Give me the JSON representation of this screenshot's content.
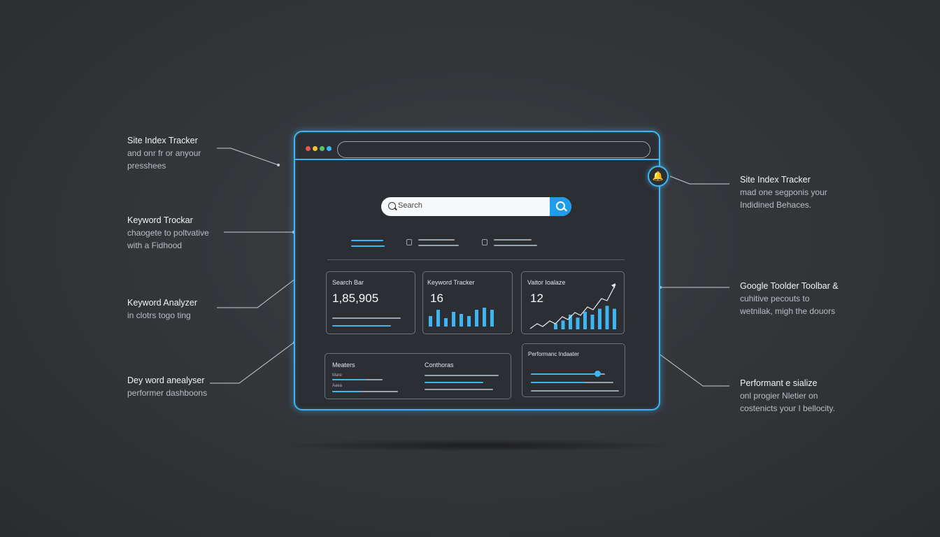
{
  "callouts_left": [
    {
      "title": "Site Index Tracker",
      "lines": [
        "and onr fr or anyour",
        "presshees"
      ]
    },
    {
      "title": "Keyword Trockar",
      "lines": [
        "chaogete to poltvative",
        "with a Fidhood"
      ]
    },
    {
      "title": "Keyword Analyzer",
      "lines": [
        "in clotrs togo ting"
      ]
    },
    {
      "title": "Dey word anealyser",
      "lines": [
        "performer dashboons"
      ]
    }
  ],
  "callouts_right": [
    {
      "title": "Site Index Tracker",
      "lines": [
        "mad one segponis your",
        "Indidined Behaces."
      ]
    },
    {
      "title": "Google Toolder Toolbar &",
      "lines": [
        "cuhitive pecouts to",
        "wetnilak, migh the douors"
      ]
    },
    {
      "title": "Performant e sialize",
      "lines": [
        "onl progier Nletier on",
        "costenicts your I bellocity."
      ]
    }
  ],
  "search": {
    "placeholder": "Search"
  },
  "cards": {
    "search_bar": {
      "label": "Search Bar",
      "value": "1,85,905"
    },
    "keyword_tracker": {
      "label": "Keyword Tracker",
      "value": "16"
    },
    "visitor_analyze": {
      "label": "Vaitor Ioalaze",
      "value": "12"
    },
    "bottom_left": {
      "label_a": "Meaters",
      "label_b": "Conthoras",
      "mini_a": "Mare",
      "mini_b": "Aaea"
    },
    "performance": {
      "label": "Performanc Indaater"
    }
  },
  "chart_data": [
    {
      "type": "bar",
      "series": [
        {
          "values": [
            5,
            8,
            4,
            7,
            6,
            5,
            8,
            9,
            8
          ]
        }
      ]
    },
    {
      "type": "bar",
      "series": [
        {
          "values": [
            2,
            3,
            5,
            4,
            6,
            5,
            7,
            8,
            7
          ]
        }
      ]
    }
  ],
  "slider": {
    "fraction": 0.9
  },
  "colors": {
    "accent": "#3fb6f2",
    "bell": "#ffd43b",
    "dot_red": "#e8554e",
    "dot_yellow": "#f1c232",
    "dot_green": "#58c26a"
  },
  "icons": {
    "notification": "bell-icon",
    "search": "search-icon"
  }
}
